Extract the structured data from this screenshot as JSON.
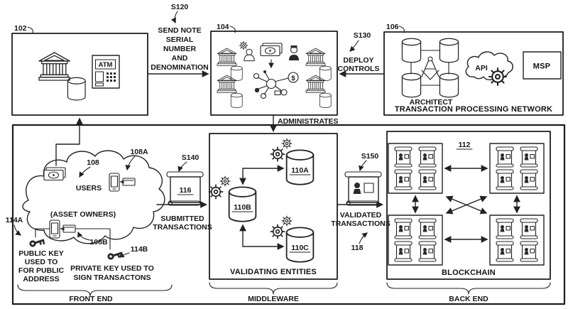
{
  "colors": {
    "ink": "#222222",
    "background": "#ffffff"
  },
  "refs": {
    "n102": "102",
    "n104": "104",
    "n106": "106",
    "n112": "112"
  },
  "top": {
    "s120": {
      "id": "S120",
      "lines": [
        "SEND NOTE",
        "SERIAL",
        "NUMBER",
        "AND",
        "DENOMINATION"
      ]
    },
    "s130": {
      "id": "S130",
      "lines": [
        "DEPLOY",
        "CONTROLS"
      ]
    },
    "issuer": {
      "atm": "ATM"
    },
    "admin": {
      "dollar": "$",
      "administrates": "ADMINISTRATES"
    },
    "tpn": {
      "architect": "ARCHITECT",
      "api": "API",
      "msp": "MSP",
      "title": "TRANSACTION PROCESSING NETWORK"
    }
  },
  "frontend": {
    "users_ref": "108",
    "users": "USERS",
    "usera_ref": "108A",
    "owners": "(ASSET OWNERS)",
    "userb_ref": "108B",
    "keya_ref": "114A",
    "keyb_ref": "114B",
    "pub_lines": [
      "PUBLIC KEY",
      "USED TO",
      "FOR PUBLIC",
      "ADDRESS"
    ],
    "priv_lines": [
      "PRIVATE KEY USED TO",
      "SIGN TRANSACTONS"
    ],
    "section": "FRONT END"
  },
  "submitted": {
    "s_ref": "S140",
    "doc_ref": "116",
    "lines": [
      "SUBMITTED",
      "TRANSACTIONS"
    ]
  },
  "middleware": {
    "nodes": [
      "110A",
      "110B",
      "110C"
    ],
    "title": "VALIDATING ENTITIES",
    "section": "MIDDLEWARE"
  },
  "validated": {
    "s_ref": "S150",
    "ref": "118",
    "lines": [
      "VALIDATED",
      "TRANSACTIONS"
    ]
  },
  "backend": {
    "ref": "112",
    "title": "BLOCKCHAIN",
    "section": "BACK END"
  }
}
